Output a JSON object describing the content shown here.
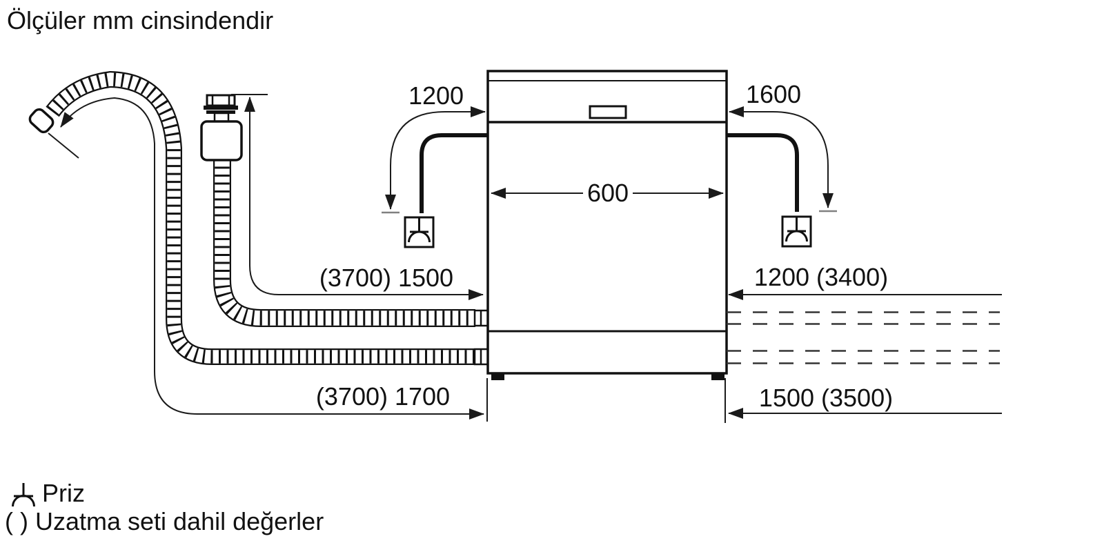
{
  "title": "Ölçüler mm cinsindendir",
  "diagram": {
    "appliance": "dishwasher-front-view-installation",
    "unit": "mm",
    "dims": {
      "cord_left": "1200",
      "cord_right": "1600",
      "appliance_width": "600",
      "supply_hose_left": "(3700) 1500",
      "supply_hose_right": "1200 (3400)",
      "drain_hose_left": "(3700) 1700",
      "drain_hose_right": "1500 (3500)"
    }
  },
  "legend": {
    "socket_label": "Priz",
    "extension_note": "( ) Uzatma seti dahil değerler"
  },
  "colors": {
    "line": "#1a1a1a",
    "tick_gray": "#808080",
    "background": "#ffffff"
  }
}
